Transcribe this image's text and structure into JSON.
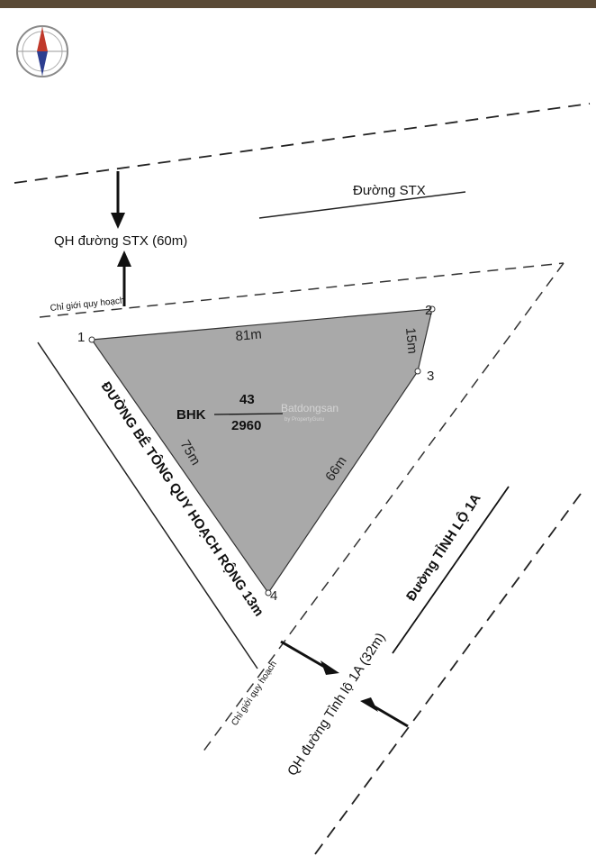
{
  "plot": {
    "code": "BHK",
    "number": "43",
    "area": "2960",
    "watermark": "Batdongsan",
    "watermark_sub": "by PropertyGuru",
    "vertices": [
      "1",
      "2",
      "3",
      "4"
    ],
    "sides": [
      "81m",
      "15m",
      "66m",
      "75m"
    ]
  },
  "roads": {
    "stx_name": "Đường STX",
    "stx_planned": "QH đường STX (60m)",
    "tinh_lo_name": "Đường TỈNH LỘ 1A",
    "tinh_lo_planned": "QH đường Tỉnh lộ 1A (32m)",
    "concrete_road": "ĐƯỜNG BÊ TÔNG QUY HOẠCH RỘNG 13m",
    "boundary_label": "Chỉ giới quy hoạch"
  },
  "colors": {
    "plot_fill": "#a9a9a9",
    "line": "#1a1a1a",
    "top_bar": "#5a4a36"
  }
}
